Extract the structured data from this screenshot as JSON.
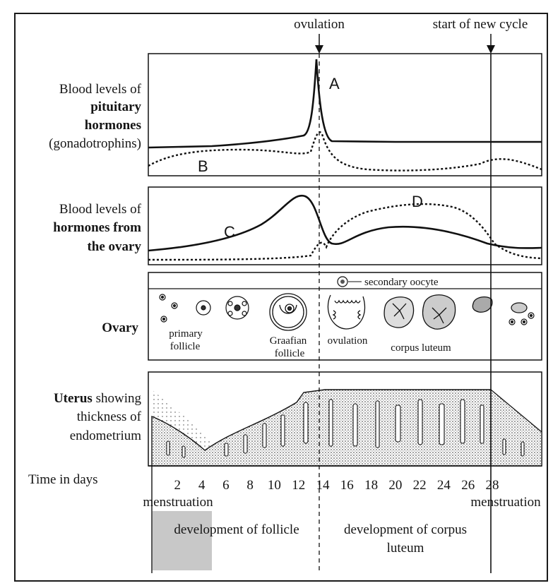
{
  "top_labels": {
    "ovulation": "ovulation",
    "new_cycle": "start of new cycle"
  },
  "panel1": {
    "line1": "Blood levels of",
    "line2": "pituitary",
    "line3": "hormones",
    "line4": "(gonadotrophins)",
    "curve_a": "A",
    "curve_b": "B"
  },
  "panel2": {
    "line1": "Blood levels of",
    "line2": "hormones from",
    "line3": "the ovary",
    "curve_c": "C",
    "curve_d": "D"
  },
  "panel3": {
    "title": "Ovary",
    "secondary_oocyte": "secondary oocyte",
    "primary_1": "primary",
    "primary_2": "follicle",
    "graafian_1": "Graafian",
    "graafian_2": "follicle",
    "ovulation": "ovulation",
    "corpus_luteum": "corpus luteum"
  },
  "panel4": {
    "line1": "Uterus",
    "line1_rest": " showing",
    "line2": "thickness of",
    "line3": "endometrium"
  },
  "time_axis": {
    "label": "Time in days",
    "ticks": [
      "2",
      "4",
      "6",
      "8",
      "10",
      "12",
      "14",
      "16",
      "18",
      "20",
      "22",
      "24",
      "26",
      "28"
    ]
  },
  "bottom": {
    "menstruation_left": "menstruation",
    "menstruation_right": "menstruation",
    "dev_follicle": "development of follicle",
    "dev_corpus_1": "development of corpus",
    "dev_corpus_2": "luteum"
  }
}
